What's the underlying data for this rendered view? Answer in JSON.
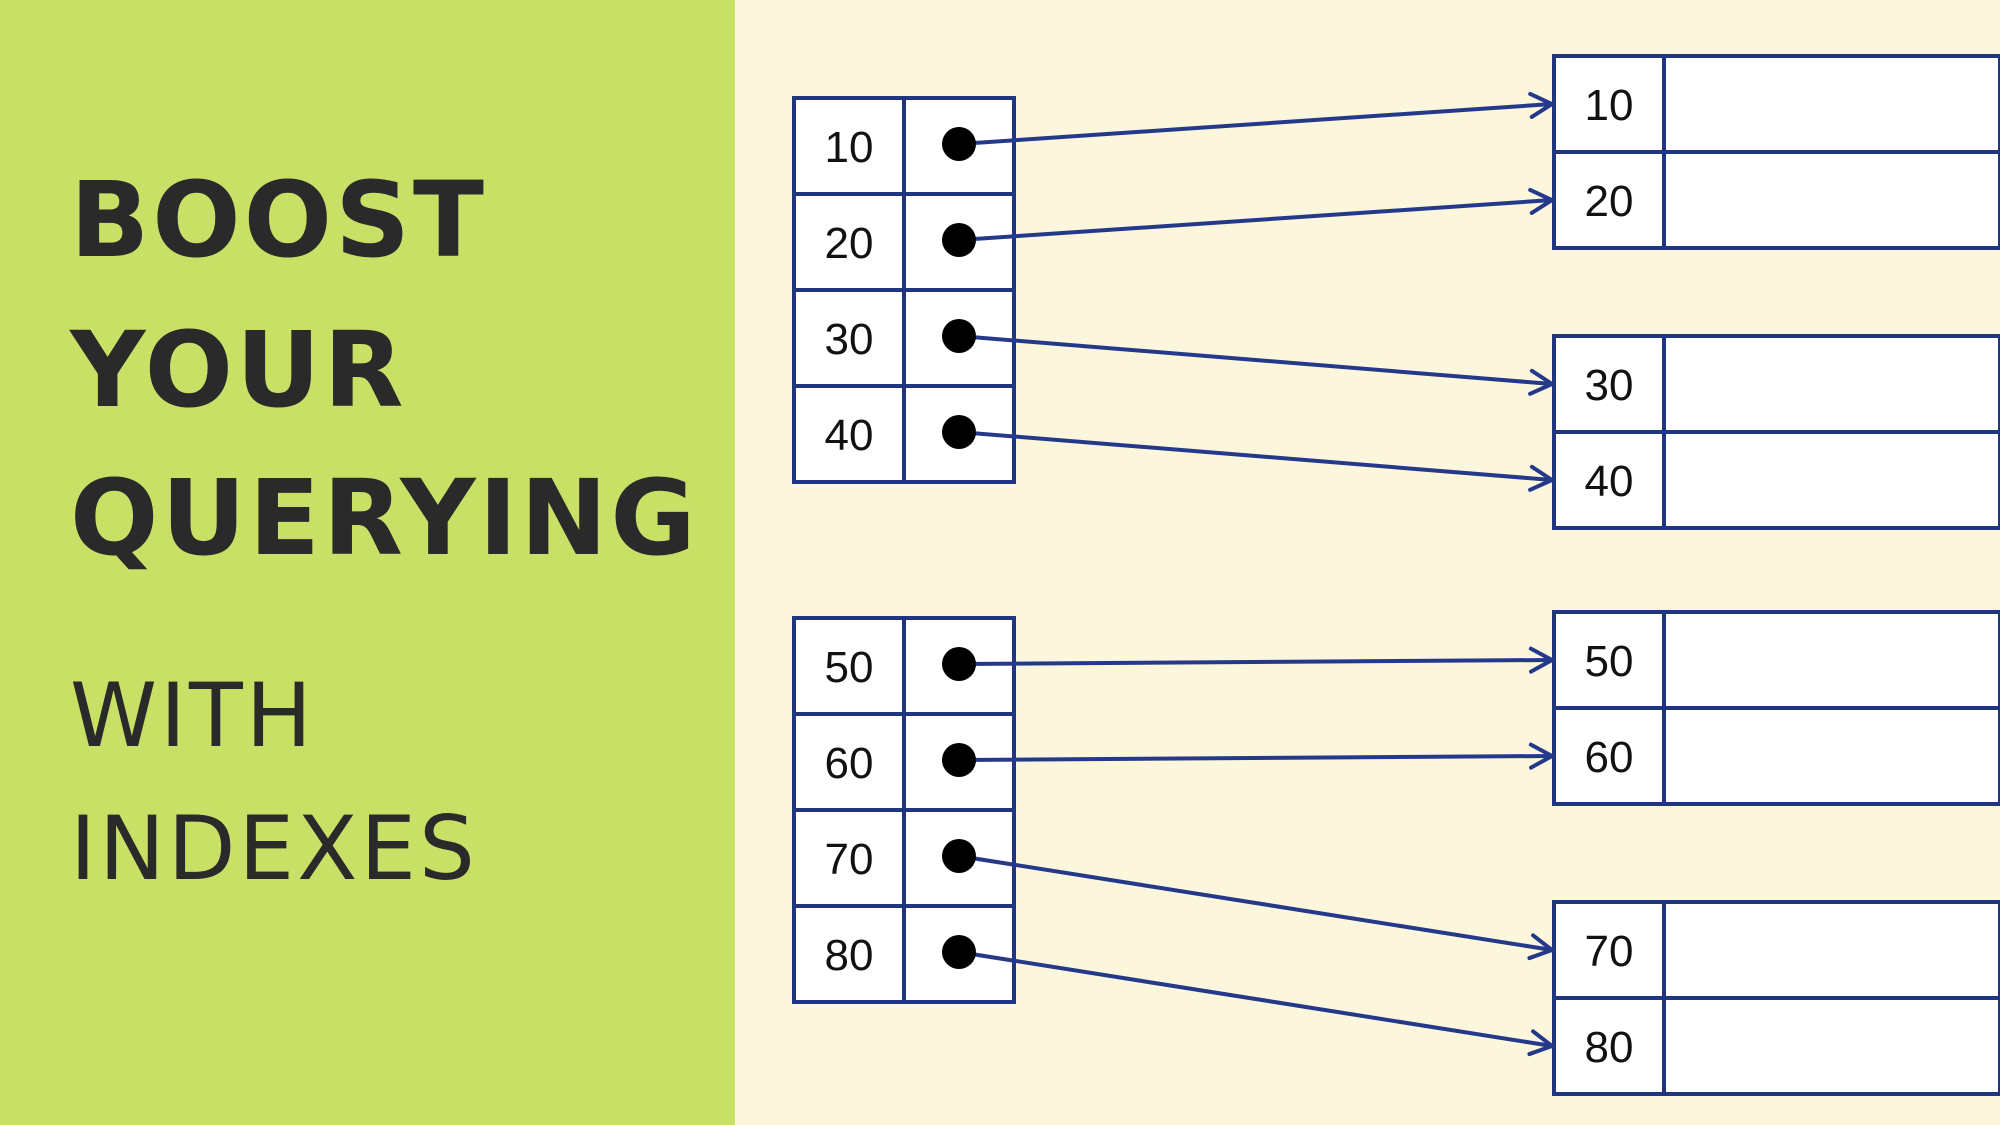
{
  "headline": {
    "line1": "BOOST",
    "line2": "YOUR",
    "line3": "QUERYING",
    "sub1": "WITH",
    "sub2": "INDEXES"
  },
  "colors": {
    "left_panel": "#C8E066",
    "background": "#FCF6DC",
    "diagram_stroke": "#1F3580",
    "arrow": "#24398A",
    "text": "#2A2A2A"
  },
  "diagram": {
    "index_blocks": [
      {
        "keys": [
          "10",
          "20",
          "30",
          "40"
        ]
      },
      {
        "keys": [
          "50",
          "60",
          "70",
          "80"
        ]
      }
    ],
    "data_blocks": [
      {
        "keys": [
          "10",
          "20"
        ]
      },
      {
        "keys": [
          "30",
          "40"
        ]
      },
      {
        "keys": [
          "50",
          "60"
        ]
      },
      {
        "keys": [
          "70",
          "80"
        ]
      }
    ]
  }
}
